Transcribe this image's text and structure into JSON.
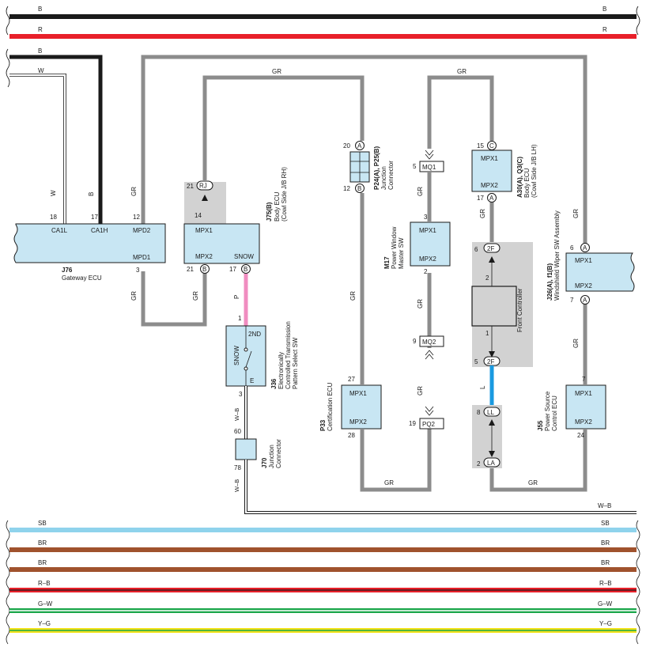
{
  "bus_top": [
    {
      "label": "B",
      "color": "#1a1a1a"
    },
    {
      "label": "R",
      "color": "#e8202a"
    }
  ],
  "bus_bottom": [
    {
      "label": "W–B",
      "color": "#ffffff"
    },
    {
      "label": "SB",
      "color": "#8fd3ec"
    },
    {
      "label": "BR",
      "color": "#a0522d"
    },
    {
      "label": "BR",
      "color": "#a0522d"
    },
    {
      "label": "R–B",
      "color": "#e8202a"
    },
    {
      "label": "G–W",
      "color": "#1aa64a"
    },
    {
      "label": "Y–G",
      "color": "#f2e21a"
    }
  ],
  "wire_colors": {
    "gr": "#8c8c8c",
    "p": "#f08cc0",
    "l": "#1a9ae0"
  },
  "wire_labels": {
    "b": "B",
    "w": "W",
    "gr": "GR",
    "p": "P",
    "l": "L",
    "wb": "W–B"
  },
  "gateway": {
    "id": "J76",
    "name": "Gateway ECU",
    "pin_ca1l": "18",
    "pin_ca1h": "17",
    "pin_mpd2": "12",
    "pin_mpd1": "3",
    "ca1l": "CA1L",
    "ca1h": "CA1H",
    "mpd2": "MPD2",
    "mpd1": "MPD1"
  },
  "body_ecu_rh": {
    "id": "J75(B)",
    "name": "Body ECU",
    "sub": "(Cowl Side J/B RH)",
    "mpx1": "MPX1",
    "mpx2": "MPX2",
    "snow": "SNOW",
    "pin_rj": "21",
    "conn_rj": "RJ",
    "pin_14": "14",
    "pin_mpx2": "21",
    "conn_mpx2": "B",
    "pin_snow": "17",
    "conn_snow": "B"
  },
  "j36": {
    "id": "J36",
    "line1": "Electronically",
    "line2": "Controlled Transmission",
    "line3": "Pattern Select SW",
    "snow": "SNOW",
    "second": "2ND",
    "e": "E",
    "pin_top": "1",
    "pin_bottom": "3"
  },
  "j70": {
    "id": "J70",
    "line1": "Junction",
    "line2": "Connector",
    "pin_top": "60",
    "pin_bottom": "78"
  },
  "p24": {
    "id": "P24(A), P25(B)",
    "line1": "Junction",
    "line2": "Connector",
    "pin_top": "20",
    "conn_top": "A",
    "pin_bottom": "12",
    "conn_bottom": "B"
  },
  "p33": {
    "id": "P33",
    "name": "Certification ECU",
    "mpx1": "MPX1",
    "mpx2": "MPX2",
    "pin_top": "27",
    "pin_bottom": "28"
  },
  "m17": {
    "id": "M17",
    "line1": "Power Window",
    "line2": "Master SW",
    "mpx1": "MPX1",
    "mpx2": "MPX2",
    "pin_top": "3",
    "pin_bottom": "2",
    "mq1_pin": "5",
    "mq1": "MQ1",
    "mq2_pin": "9",
    "mq2": "MQ2",
    "pq2_pin": "19",
    "pq2": "PQ2"
  },
  "a30": {
    "id": "A30(A), Q3(C)",
    "line1": "Body ECU",
    "line2": "(Cowl Side J/B LH)",
    "mpx1": "MPX1",
    "mpx2": "MPX2",
    "pin_top": "15",
    "conn_top": "C",
    "pin_bottom": "17",
    "conn_bottom": "A"
  },
  "front_controller": {
    "name": "Front Controller",
    "pin_top": "6",
    "conn_top": "2F",
    "pin_2": "2",
    "pin_1": "1",
    "pin_bottom": "5",
    "conn_bottom": "2F",
    "ll_pin": "8",
    "ll": "LL",
    "la_pin": "2",
    "la": "LA"
  },
  "j26": {
    "id": "J26(A), f1(B)",
    "name": "Windshield Wiper SW Assembly",
    "mpx1": "MPX1",
    "mpx2": "MPX2",
    "pin_top": "6",
    "conn_top": "A",
    "pin_bottom": "7",
    "conn_bottom": "A"
  },
  "j55": {
    "id": "J55",
    "line1": "Power Source",
    "line2": "Control ECU",
    "mpx1": "MPX1",
    "mpx2": "MPX2",
    "pin_top": "7",
    "pin_bottom": "24"
  }
}
